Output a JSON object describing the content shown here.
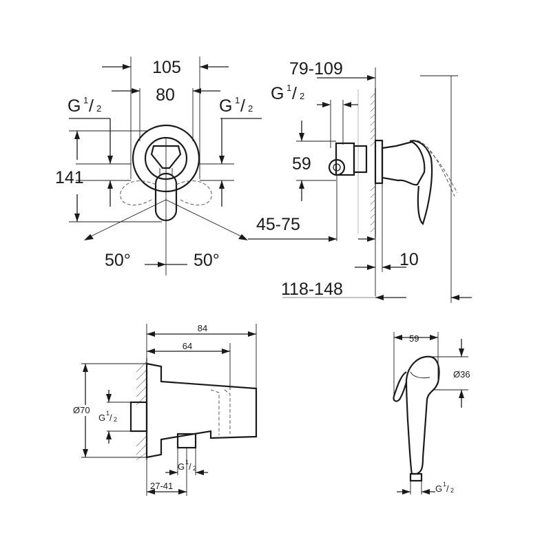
{
  "colors": {
    "line": "#1a1a1a",
    "background": "#ffffff"
  },
  "top_front": {
    "dim_width_outer": "105",
    "dim_width_inner": "80",
    "thread_left": "G",
    "thread_right": "G",
    "thread_fraction_num": "1",
    "thread_fraction_den": "2",
    "dim_height": "141",
    "angle_left": "50°",
    "angle_right": "50°"
  },
  "top_side": {
    "dim_depth": "79-109",
    "thread": "G",
    "thread_fraction_num": "1",
    "thread_fraction_den": "2",
    "dim_height": "59",
    "dim_offset": "45-75",
    "dim_plate": "10",
    "dim_total": "118-148"
  },
  "holder": {
    "dim_total": "84",
    "dim_inner": "64",
    "dim_diameter": "Ø70",
    "thread_left": "G",
    "thread_bottom": "G",
    "thread_fraction_num": "1",
    "thread_fraction_den": "2",
    "dim_bottom": "27-41"
  },
  "spray": {
    "dim_width": "59",
    "dim_diameter": "Ø36",
    "thread": "G",
    "thread_fraction_num": "1",
    "thread_fraction_den": "2"
  }
}
